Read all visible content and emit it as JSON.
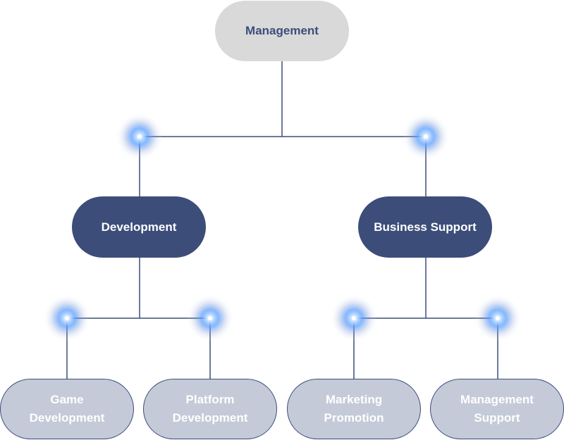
{
  "diagram": {
    "title": "Organization Chart",
    "colors": {
      "line": "#3c4d7a",
      "root_fill": "#d9d9d9",
      "root_text": "#3c4d7a",
      "mid_fill": "#3c4d7a",
      "mid_text": "#ffffff",
      "leaf_fill": "#c5cad8",
      "leaf_border": "#3c4d7a",
      "leaf_text": "#ffffff",
      "glow": "#5aa0ff"
    },
    "root": {
      "id": "management",
      "label": "Management"
    },
    "departments": [
      {
        "id": "development",
        "label": "Development",
        "children": [
          {
            "id": "game-development",
            "label": "Game\nDevelopment"
          },
          {
            "id": "platform-development",
            "label": "Platform\nDevelopment"
          }
        ]
      },
      {
        "id": "business-support",
        "label": "Business Support",
        "children": [
          {
            "id": "marketing-promotion",
            "label": "Marketing\nPromotion"
          },
          {
            "id": "management-support",
            "label": "Management\nSupport"
          }
        ]
      }
    ],
    "junction_marker": "glowing-light-icon"
  }
}
